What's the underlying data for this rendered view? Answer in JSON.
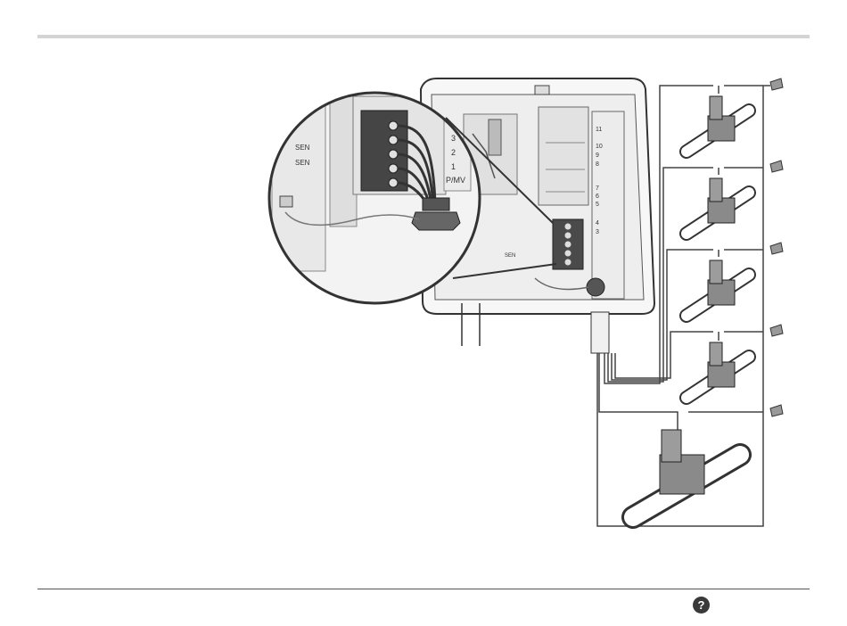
{
  "help": {
    "label": "?"
  },
  "zoom_panel": {
    "sensor_labels": [
      "SEN",
      "SEN"
    ],
    "station_labels": [
      "3",
      "2",
      "1",
      "P/MV"
    ]
  },
  "controller": {
    "station_labels_upper": [
      "11",
      "10",
      "9",
      "8"
    ],
    "station_labels_mid": [
      "7",
      "6",
      "5"
    ],
    "station_labels_lower": [
      "4",
      "3"
    ],
    "sensor_label": "SEN"
  },
  "colors": {
    "outline": "#333333",
    "panel": "#e6e6e6",
    "terminal": "#3c3c3c",
    "valve": "#8a8a8a",
    "wire": "#444444"
  }
}
